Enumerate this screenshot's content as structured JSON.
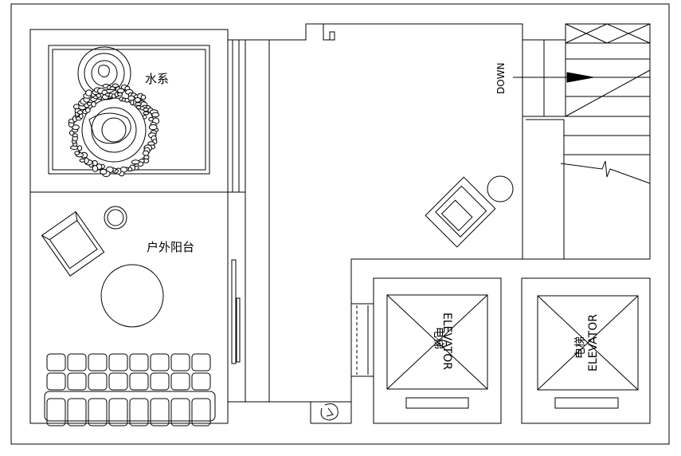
{
  "labels": {
    "water_feature": "水系",
    "outdoor_balcony": "户外阳台",
    "down_arrow": "DOWN",
    "elevator_left_cn": "电梯",
    "elevator_left_en": "ELEVATOR",
    "elevator_right_cn": "电梯",
    "elevator_right_en": "ELEVATOR"
  }
}
